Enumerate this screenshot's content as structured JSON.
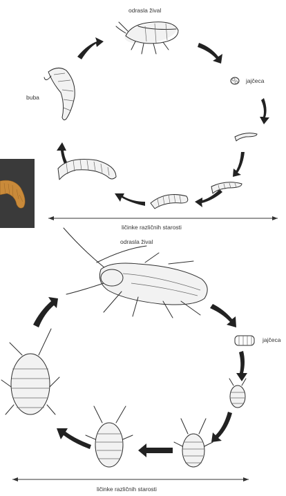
{
  "beetle_cycle": {
    "adult_label": "odrasla žival",
    "eggs_label": "jajčeca",
    "pupa_label": "buba",
    "larvae_label": "ličinke različnih starosti"
  },
  "cockroach_cycle": {
    "adult_label": "odrasla žival",
    "eggs_label": "jajčeca",
    "nymphs_label": "ličinke različnih starosti"
  },
  "photo": {
    "subject": "mealworm-larva-photo"
  },
  "colors": {
    "ink": "#2b2b2b",
    "arrow": "#222222",
    "photo_bg": "#3a3a3a",
    "larva": "#c98a3a"
  }
}
